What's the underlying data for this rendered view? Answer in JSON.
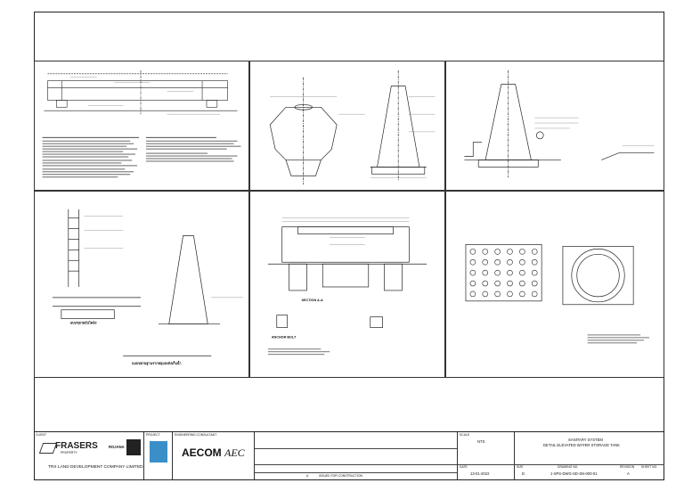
{
  "sheet": {
    "client_label": "CLIENT",
    "project_label": "PROJECT",
    "consultant_label": "ENGINEERING CONSULTANT",
    "client": {
      "brand1": "FRASERS",
      "brand1_sub": "PROPERTY",
      "brand2": "ROJANA",
      "company": "TRX LAND DEVELOPMENT COMPANY LIMITED"
    },
    "consultant": {
      "logo_text": "AECOM",
      "logo_sub": "AEC"
    },
    "revision": {
      "rev": "A",
      "description": "ISSUED FOR CONSTRUCTION"
    },
    "scale_label": "SCALE",
    "scale": "NTS",
    "date_label": "DATE",
    "date": "13-01-2022",
    "sheet_title": [
      "SANITARY SYSTEM",
      "DETAIL ELEVATED WATER STORAGE TANK"
    ],
    "size_label": "SIZE",
    "size": "D",
    "drawing_no_label": "DRAWING NO.",
    "drawing_no": "1-SPS-DWG-SD-SN-000-01",
    "rev_label": "REVISION",
    "rev": "A",
    "sheet_no_label": "SHEET NO."
  },
  "panels": {
    "anchor_bolt": "ANCHOR BOLT",
    "section_aa": "SECTION A-A"
  }
}
